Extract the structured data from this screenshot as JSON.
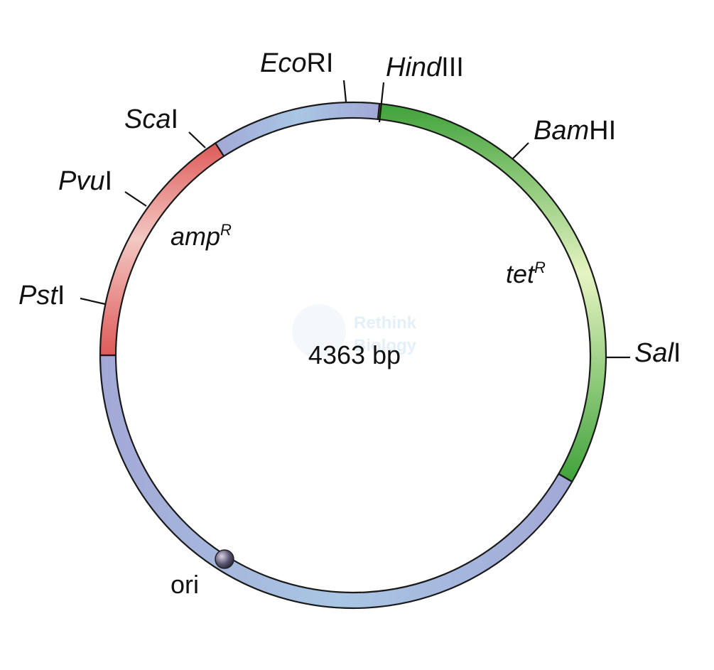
{
  "plasmid": {
    "size_label": "4363 bp"
  },
  "genes": {
    "amp": {
      "name": "amp",
      "superscript": "R"
    },
    "tet": {
      "name": "tet",
      "superscript": "R"
    }
  },
  "ori": {
    "label": "ori"
  },
  "sites": {
    "EcoRI": {
      "italic": "Eco",
      "roman": "RI"
    },
    "HindIII": {
      "italic": "Hind",
      "roman": "III"
    },
    "BamHI": {
      "italic": "Bam",
      "roman": "HI"
    },
    "SalI": {
      "italic": "Sal",
      "roman": "I"
    },
    "ScaI": {
      "italic": "Sca",
      "roman": "I"
    },
    "PvuI": {
      "italic": "Pvu",
      "roman": "I"
    },
    "PstI": {
      "italic": "Pst",
      "roman": "I"
    }
  },
  "watermark": {
    "line1": "Rethink",
    "line2": "Biology"
  },
  "colors": {
    "backbone": "#a2a8d6",
    "tet_dark": "#3fa23a",
    "tet_light": "#e6f4c2",
    "amp_dark": "#de5a58",
    "amp_light": "#f3c8c3"
  }
}
